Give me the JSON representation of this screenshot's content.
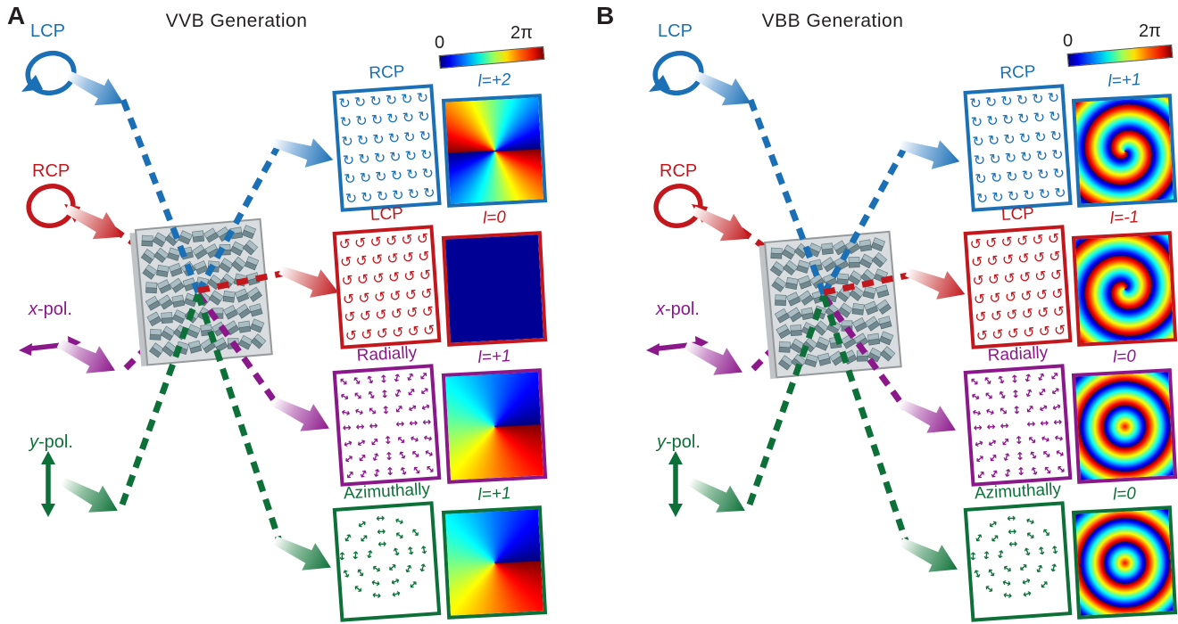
{
  "panels": [
    {
      "panel_label": "A",
      "title": "VVB Generation",
      "colorbar": {
        "min_label": "0",
        "max_label": "2π"
      },
      "inputs": [
        {
          "label": "LCP",
          "color": "#1a6fb5",
          "icon": "ccw-circular-arrow-icon"
        },
        {
          "label": "RCP",
          "color": "#c2181d",
          "icon": "cw-circular-arrow-icon"
        },
        {
          "label_prefix": "x",
          "label_suffix": "-pol.",
          "color": "#8b188b",
          "icon": "horizontal-double-arrow-icon"
        },
        {
          "label_prefix": "y",
          "label_suffix": "-pol.",
          "color": "#0e7039",
          "icon": "vertical-double-arrow-icon"
        }
      ],
      "outputs": [
        {
          "polarization_label": "RCP",
          "phase_label": "l=+2",
          "color": "#1a6fb5",
          "pol_pattern": "circular-cw",
          "phase_pattern": "vortex",
          "topological_charge": 2
        },
        {
          "polarization_label": "LCP",
          "phase_label": "l=0",
          "color": "#c2181d",
          "pol_pattern": "circular-ccw",
          "phase_pattern": "uniform",
          "topological_charge": 0
        },
        {
          "polarization_label": "Radially",
          "phase_label": "l=+1",
          "color": "#8b188b",
          "pol_pattern": "radial",
          "phase_pattern": "vortex",
          "topological_charge": 1
        },
        {
          "polarization_label": "Azimuthally",
          "phase_label": "l=+1",
          "color": "#0e7039",
          "pol_pattern": "azimuthal",
          "phase_pattern": "vortex",
          "topological_charge": 1
        }
      ]
    },
    {
      "panel_label": "B",
      "title": "VBB Generation",
      "colorbar": {
        "min_label": "0",
        "max_label": "2π"
      },
      "inputs": [
        {
          "label": "LCP",
          "color": "#1a6fb5",
          "icon": "ccw-circular-arrow-icon"
        },
        {
          "label": "RCP",
          "color": "#c2181d",
          "icon": "cw-circular-arrow-icon"
        },
        {
          "label_prefix": "x",
          "label_suffix": "-pol.",
          "color": "#8b188b",
          "icon": "horizontal-double-arrow-icon"
        },
        {
          "label_prefix": "y",
          "label_suffix": "-pol.",
          "color": "#0e7039",
          "icon": "vertical-double-arrow-icon"
        }
      ],
      "outputs": [
        {
          "polarization_label": "RCP",
          "phase_label": "l=+1",
          "color": "#1a6fb5",
          "pol_pattern": "circular-cw",
          "phase_pattern": "spiral",
          "topological_charge": 1
        },
        {
          "polarization_label": "LCP",
          "phase_label": "l=-1",
          "color": "#c2181d",
          "pol_pattern": "circular-ccw",
          "phase_pattern": "spiral",
          "topological_charge": -1
        },
        {
          "polarization_label": "Radially",
          "phase_label": "l=0",
          "color": "#8b188b",
          "pol_pattern": "radial",
          "phase_pattern": "rings",
          "topological_charge": 0
        },
        {
          "polarization_label": "Azimuthally",
          "phase_label": "l=0",
          "color": "#0e7039",
          "pol_pattern": "azimuthal",
          "phase_pattern": "rings",
          "topological_charge": 0
        }
      ]
    }
  ]
}
